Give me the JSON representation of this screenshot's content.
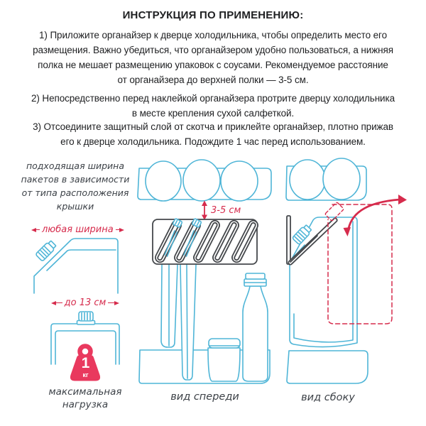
{
  "title": "ИНСТРУКЦИЯ ПО ПРИМЕНЕНИЮ:",
  "instructions": {
    "p1": [
      "1) Приложите органайзер к дверце холодильника, чтобы определить место его",
      "размещения. Важно убедиться, что органайзером удобно пользоваться, а нижняя",
      "полка не мешает размещению упаковок с соусами. Рекомендуемое расстояние",
      "от органайзера до верхней полки — 3-5 см."
    ],
    "p2": [
      "2) Непосредственно перед наклейкой органайзера протрите дверцу холодильника",
      "в месте крепления сухой салфеткой."
    ],
    "p3": [
      "3) Отсоедините защитный слой от скотча и приклейте органайзер, плотно прижав",
      "его к дверце холодильника. Подождите 1 час перед использованием."
    ]
  },
  "diagram": {
    "width_note": [
      "подходящая ширина",
      "пакетов в зависимости",
      "от типа расположения",
      "крышки"
    ],
    "any_width_label": "любая ширина",
    "max_width_label": "до 13 см",
    "gap_label": "3-5 см",
    "weight_value": "1",
    "weight_unit": "кг",
    "max_load_label": [
      "максимальная",
      "нагрузка"
    ],
    "front_view_label": "вид спереди",
    "side_view_label": "вид сбоку"
  },
  "colors": {
    "line_blue": "#4fb5d7",
    "accent_red": "#d62b4c",
    "weight_red": "#e9395e",
    "ink": "#1e1f21",
    "note_gray": "#3c4147",
    "outline_dark": "#45484c"
  }
}
